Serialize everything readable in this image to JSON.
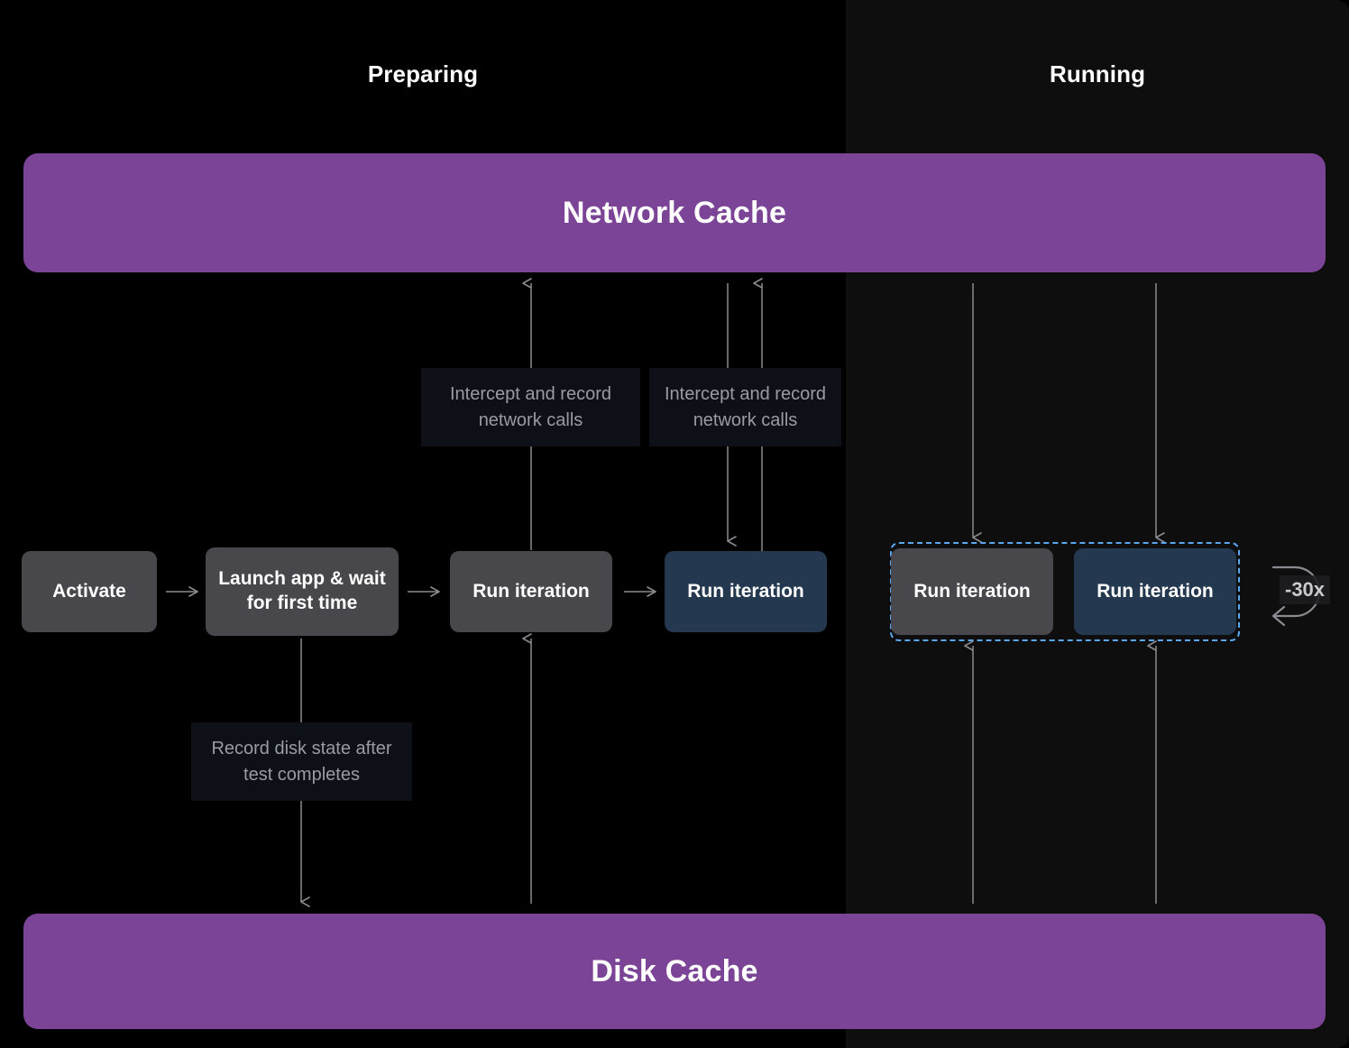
{
  "panels": [
    {
      "id": "preparing",
      "title": "Preparing"
    },
    {
      "id": "running",
      "title": "Running"
    }
  ],
  "caches": {
    "network": {
      "label": "Network Cache",
      "color": "#7b4496"
    },
    "disk": {
      "label": "Disk Cache",
      "color": "#7b4496"
    }
  },
  "colors": {
    "purple": "#7b4496",
    "gray_box": "#48484c",
    "blue_box": "#24394f",
    "note_bg": "#0d1117",
    "note_text": "#9b9ba2",
    "arrow": "#8a8a90",
    "selection_dash": "#5ba7ef",
    "panel_left_bg": "#000000",
    "panel_right_bg": "#0e0e0f"
  },
  "preparing_steps": [
    {
      "label": "Activate",
      "style": "gray"
    },
    {
      "label": "Launch app & wait for first time",
      "style": "gray"
    },
    {
      "label": "Run iteration",
      "style": "gray"
    },
    {
      "label": "Run iteration",
      "style": "blue"
    }
  ],
  "running_steps": [
    {
      "label": "Run iteration",
      "style": "gray"
    },
    {
      "label": "Run iteration",
      "style": "blue"
    }
  ],
  "notes": [
    {
      "id": "intercept-1",
      "label": "Intercept and record network calls"
    },
    {
      "id": "intercept-2",
      "label": "Intercept and record network calls"
    },
    {
      "id": "record-disk",
      "label": "Record disk state after test completes"
    }
  ],
  "loop": {
    "badge_label": "-30x"
  }
}
